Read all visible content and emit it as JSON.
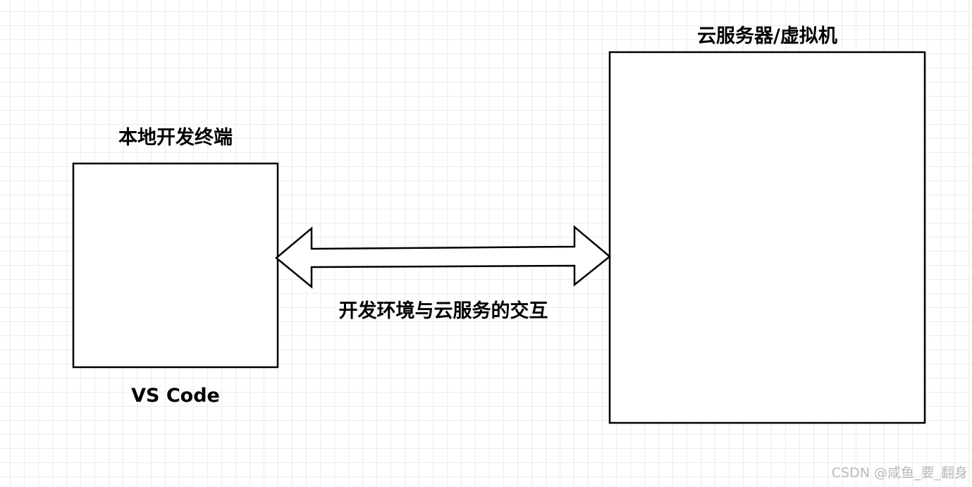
{
  "diagram": {
    "nodes": [
      {
        "id": "local",
        "title": "本地开发终端",
        "caption": "VS Code"
      },
      {
        "id": "cloud",
        "title": "云服务器/虚拟机"
      }
    ],
    "edges": [
      {
        "from": "local",
        "to": "cloud",
        "direction": "bidirectional",
        "label": "开发环境与云服务的交互"
      }
    ]
  },
  "watermark": "CSDN @咸鱼_要_翻身",
  "colors": {
    "stroke": "#000000",
    "fill": "#ffffff",
    "grid": "#ececec",
    "watermark": "#b9b9b9"
  }
}
